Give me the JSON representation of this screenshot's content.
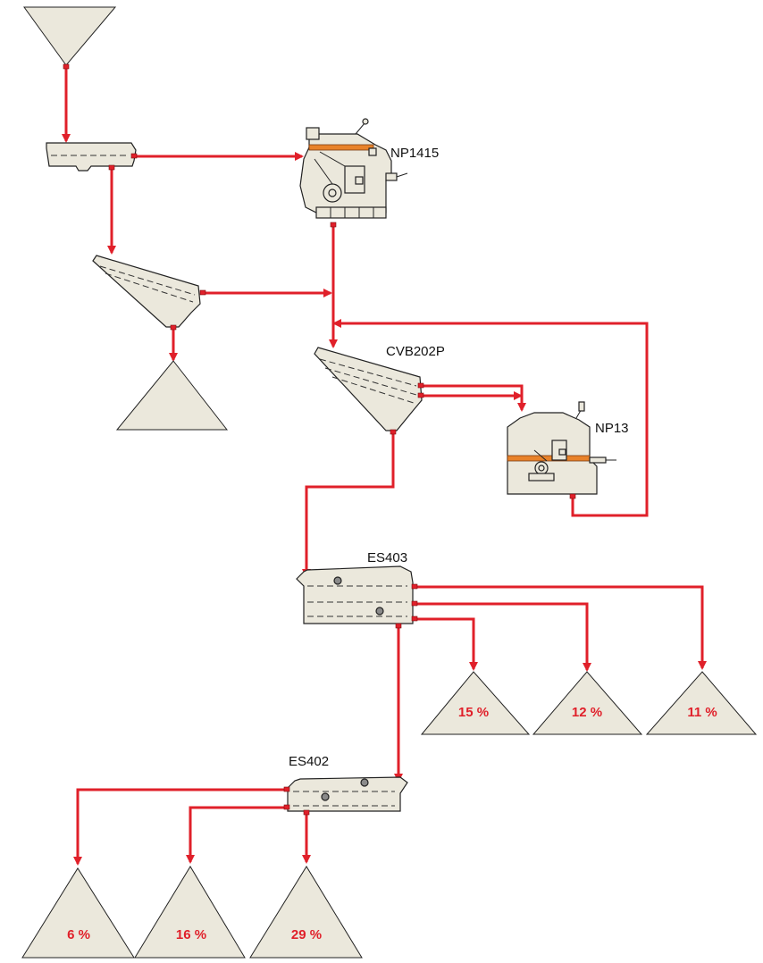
{
  "equipment": {
    "np1415": "NP1415",
    "cvb202p": "CVB202P",
    "np13": "NP13",
    "es403": "ES403",
    "es402": "ES402"
  },
  "products": {
    "es403_fine": "15 %",
    "es403_mid": "12 %",
    "es403_coarse": "11 %",
    "es402_top": "6 %",
    "es402_mid": "16 %",
    "es402_bottom": "29 %"
  },
  "colors": {
    "flow_line": "#e0202a",
    "equipment_body": "#ebe8dc",
    "wear_band": "#e8822a",
    "percent_text": "#e0202a"
  }
}
